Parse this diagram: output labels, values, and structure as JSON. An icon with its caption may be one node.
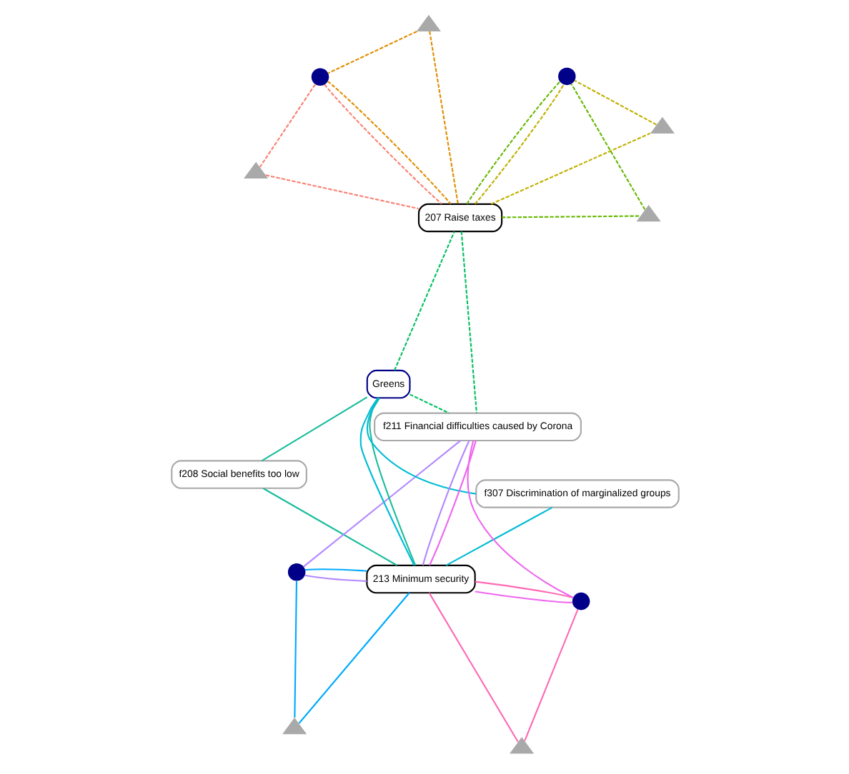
{
  "diagram": {
    "nodes": [
      {
        "text": [],
        "shape": "triangle"
      },
      {
        "text": [
          "f208 Social benefits too low"
        ]
      },
      {
        "text": [],
        "shape": "circle"
      },
      {
        "text": [],
        "shape": "circle"
      },
      {
        "text": [],
        "shape": "triangle"
      },
      {
        "text": [],
        "shape": "triangle"
      },
      {
        "text": [
          "Greens"
        ]
      },
      {
        "text": [
          "207 Raise taxes"
        ]
      },
      {
        "text": [
          "213 Minimum security"
        ]
      },
      {
        "text": [
          "f211 Financial difficulties caused by Corona"
        ]
      },
      {
        "text": [],
        "shape": "triangle"
      },
      {
        "text": [],
        "shape": "triangle"
      },
      {
        "text": [
          "f307 Discrimination of marginalized groups"
        ]
      },
      {
        "text": [],
        "shape": "triangle"
      },
      {
        "text": [],
        "shape": "circle"
      },
      {
        "text": [],
        "shape": "circle"
      }
    ],
    "edges": [
      {
        "from": 1,
        "to": 8,
        "arrow": "none",
        "color": "#1abc9c"
      },
      {
        "from": 1,
        "to": 6,
        "arrow": "none",
        "color": "#1abc9c"
      },
      {
        "from": 6,
        "to": 8,
        "arrow": "none",
        "color": "#1abc9c"
      },
      {
        "from": 3,
        "to": 4,
        "arrow": "none",
        "color": "#00aaff"
      },
      {
        "from": 4,
        "to": 8,
        "arrow": "none",
        "color": "#00aaff"
      },
      {
        "from": 3,
        "to": 8,
        "arrow": "none",
        "color": "#00aaff"
      },
      {
        "from": 3,
        "to": 8,
        "arrow": "none",
        "color": "#b388ff"
      },
      {
        "from": 3,
        "to": 9,
        "arrow": "none",
        "color": "#b388ff"
      },
      {
        "from": 8,
        "to": 9,
        "arrow": "none",
        "color": "#b388ff"
      },
      {
        "from": 6,
        "to": 8,
        "arrow": "none",
        "color": "#00bcd4"
      },
      {
        "from": 6,
        "to": 12,
        "arrow": "none",
        "color": "#00bcd4"
      },
      {
        "from": 8,
        "to": 12,
        "arrow": "none",
        "color": "#00bcd4"
      },
      {
        "from": 8,
        "to": 11,
        "arrow": "none",
        "color": "#ff69b4"
      },
      {
        "from": 11,
        "to": 14,
        "arrow": "none",
        "color": "#ff69b4"
      },
      {
        "from": 8,
        "to": 14,
        "arrow": "none",
        "color": "#ff69b4"
      },
      {
        "from": 8,
        "to": 9,
        "arrow": "none",
        "color": "#ee66ee"
      },
      {
        "from": 9,
        "to": 14,
        "arrow": "none",
        "color": "#ee66ee"
      },
      {
        "from": 8,
        "to": 14,
        "arrow": "none",
        "color": "#ee66ee"
      },
      {
        "from": 6,
        "to": 7,
        "arrow": "none",
        "style": "dashed",
        "color": "#00c060"
      },
      {
        "from": 7,
        "to": 9,
        "arrow": "none",
        "style": "dashed",
        "color": "#00c060"
      },
      {
        "from": 6,
        "to": 9,
        "arrow": "none",
        "style": "dashed",
        "color": "#00c060"
      },
      {
        "from": 0,
        "to": 7,
        "arrow": "none",
        "style": "dashed",
        "color": "#e08e00"
      },
      {
        "from": 0,
        "to": 2,
        "arrow": "none",
        "style": "dashed",
        "color": "#e08e00"
      },
      {
        "from": 2,
        "to": 7,
        "arrow": "none",
        "style": "dashed",
        "color": "#e08e00"
      },
      {
        "from": 2,
        "to": 7,
        "arrow": "none",
        "style": "dashed",
        "color": "#fa8072"
      },
      {
        "from": 2,
        "to": 5,
        "arrow": "none",
        "style": "dashed",
        "color": "#fa8072"
      },
      {
        "from": 5,
        "to": 7,
        "arrow": "none",
        "style": "dashed",
        "color": "#fa8072"
      },
      {
        "from": 7,
        "to": 10,
        "arrow": "none",
        "style": "dashed",
        "color": "#66b800"
      },
      {
        "from": 10,
        "to": 15,
        "arrow": "none",
        "style": "dashed",
        "color": "#66b800"
      },
      {
        "from": 7,
        "to": 15,
        "arrow": "none",
        "style": "dashed",
        "color": "#66b800"
      },
      {
        "from": 7,
        "to": 15,
        "arrow": "none",
        "style": "dashed",
        "color": "#c0b000"
      },
      {
        "from": 7,
        "to": 13,
        "arrow": "none",
        "style": "dashed",
        "color": "#c0b000"
      },
      {
        "from": 13,
        "to": 15,
        "arrow": "none",
        "style": "dashed",
        "color": "#c0b000"
      }
    ]
  }
}
